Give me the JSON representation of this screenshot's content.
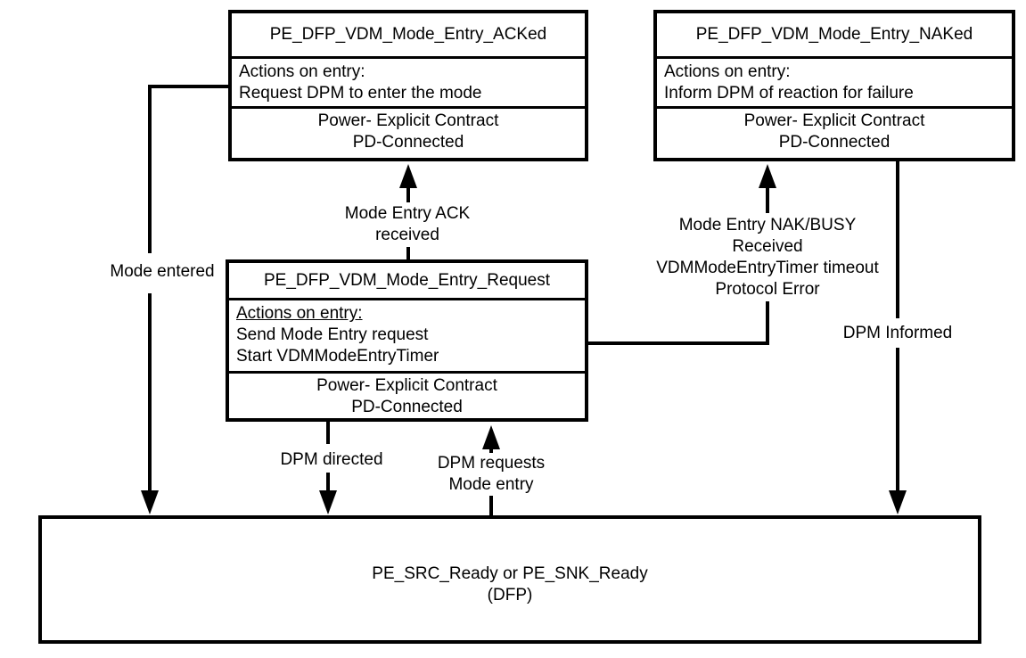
{
  "diagram": {
    "background_color": "#ffffff",
    "line_color": "#000000",
    "states": {
      "acked": {
        "title": "PE_DFP_VDM_Mode_Entry_ACKed",
        "actions_heading": "Actions on entry:",
        "action1": "Request DPM to enter the mode",
        "condition1": "Power- Explicit Contract",
        "condition2": "PD-Connected"
      },
      "naked": {
        "title": "PE_DFP_VDM_Mode_Entry_NAKed",
        "actions_heading": "Actions on entry:",
        "action1": "Inform DPM of reaction for failure",
        "condition1": "Power- Explicit Contract",
        "condition2": "PD-Connected"
      },
      "request": {
        "title": "PE_DFP_VDM_Mode_Entry_Request",
        "actions_heading": "Actions on entry:",
        "action1": "Send Mode Entry request",
        "action2": "Start VDMModeEntryTimer",
        "condition1": "Power- Explicit Contract",
        "condition2": "PD-Connected"
      },
      "ready": {
        "title": "PE_SRC_Ready or PE_SNK_Ready",
        "subtitle": "(DFP)"
      }
    },
    "transitions": {
      "mode_entered": {
        "label": "Mode entered"
      },
      "mode_entry_ack": {
        "line1": "Mode Entry ACK",
        "line2": "received"
      },
      "mode_entry_nak": {
        "line1": "Mode Entry NAK/BUSY",
        "line2": "Received",
        "line3": "VDMModeEntryTimer timeout",
        "line4": "Protocol Error"
      },
      "dpm_informed": {
        "label": "DPM Informed"
      },
      "dpm_directed": {
        "label": "DPM directed"
      },
      "dpm_requests": {
        "line1": "DPM requests",
        "line2": "Mode entry"
      }
    }
  }
}
